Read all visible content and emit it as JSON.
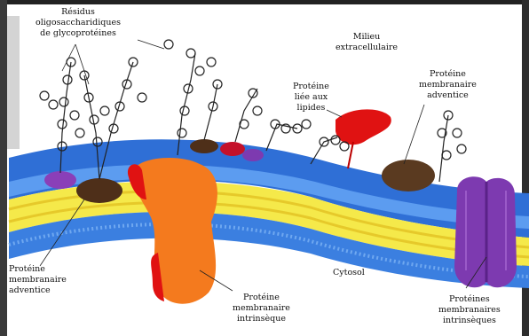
{
  "labels": {
    "residus": "Résidus\noligosaccharidiques\nde glycoprotéines",
    "milieu": "Milieu\nextracellulaire",
    "proteine_lipides": "Protéine\nliée aux\nlipides",
    "adventice_top": "Protéine\nmembranaire\nadventice",
    "adventice_left": "Protéine\nmembranaire\nadventice",
    "cytosol": "Cytosol",
    "intrinseque": "Protéine\nmembranaire\nintrinsèque",
    "intrinseques": "Protéines\nmembranaires\nintrinsèques"
  },
  "colors": {
    "frame": "#3a3a3a",
    "membrane_top": "#2f6fd6",
    "membrane_bottom": "#4a8fe6",
    "core": "#f5e94a",
    "tails": "#f0d52f",
    "orange_protein": "#f47a1e",
    "red_protein": "#e01212",
    "brown_protein": "#5a3a20",
    "purple_protein": "#7d3ab0",
    "chain": "#222222"
  }
}
